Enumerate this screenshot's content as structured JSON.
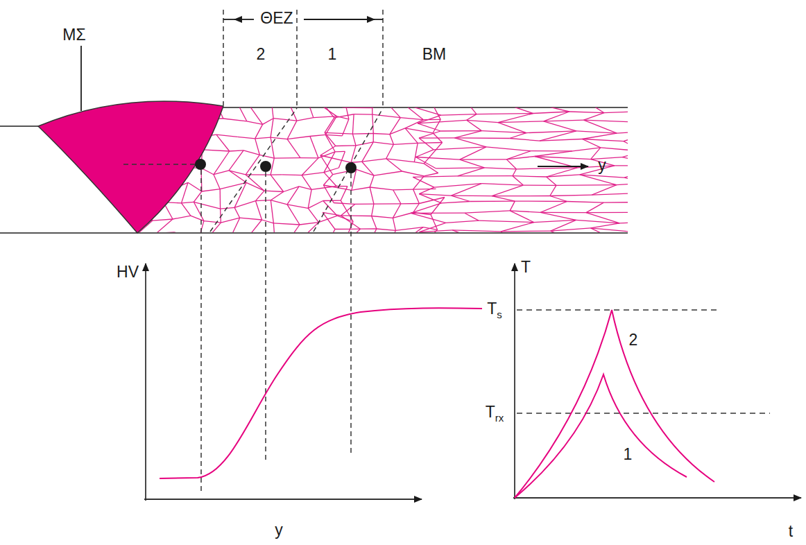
{
  "diagram": {
    "labels": [
      "ΜΣ",
      "ΘΕΖ",
      "2",
      "1",
      "BM",
      "y",
      "HV",
      "y",
      "T",
      "Ts",
      "Trx",
      "2",
      "1",
      "t"
    ]
  }
}
